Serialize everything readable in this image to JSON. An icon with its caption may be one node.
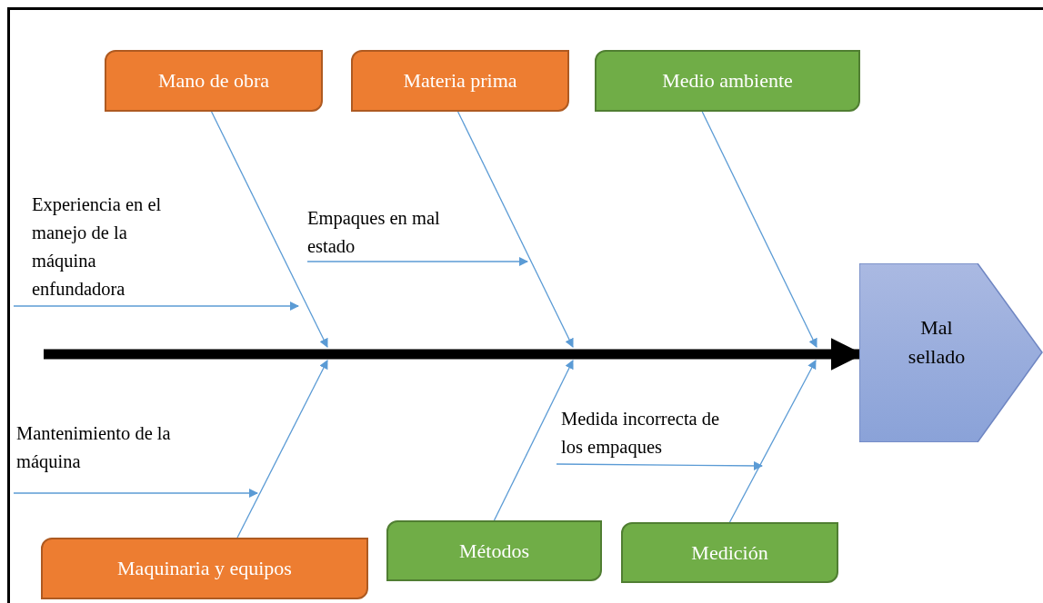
{
  "diagram": {
    "nodes": [
      {
        "text": [
          "Mano de obra"
        ]
      },
      {
        "text": [
          "Materia prima"
        ]
      },
      {
        "text": [
          "Medio ambiente"
        ]
      },
      {
        "text": [
          "Experiencia en el manejo de la máquina enfundadora"
        ]
      },
      {
        "text": [
          "Empaques en mal estado"
        ]
      },
      {
        "text": [
          "Mal sellado"
        ]
      },
      {
        "text": [
          "Mantenimiento de la máquina"
        ]
      },
      {
        "text": [
          "Medida incorrecta de los empaques"
        ]
      },
      {
        "text": [
          "Maquinaria y equipos"
        ]
      },
      {
        "text": [
          "Métodos"
        ]
      },
      {
        "text": [
          "Medición"
        ]
      }
    ],
    "edges": [
      {
        "from": null,
        "to": 5,
        "arrow": "to",
        "style": "thick",
        "color": "#000000"
      },
      {
        "from": 0,
        "to": null,
        "arrow": "to"
      },
      {
        "from": 1,
        "to": null,
        "arrow": "to"
      },
      {
        "from": 2,
        "to": null,
        "arrow": "to"
      },
      {
        "from": 8,
        "to": null,
        "arrow": "to"
      },
      {
        "from": 9,
        "to": null,
        "arrow": "to"
      },
      {
        "from": 10,
        "to": null,
        "arrow": "to"
      },
      {
        "from": 3,
        "to": null,
        "arrow": "to"
      },
      {
        "from": 4,
        "to": null,
        "arrow": "to"
      },
      {
        "from": 6,
        "to": null,
        "arrow": "to"
      },
      {
        "from": 7,
        "to": null,
        "arrow": "to"
      }
    ]
  }
}
